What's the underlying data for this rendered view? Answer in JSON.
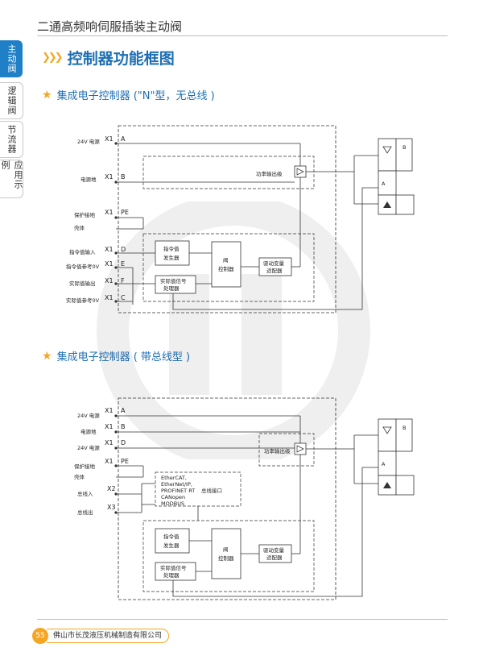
{
  "page_title": "二通高频响伺服插装主动阀",
  "side_tabs": [
    {
      "label": "主动阀",
      "active": true
    },
    {
      "label": "逻辑阀",
      "active": false
    },
    {
      "label": "节流器",
      "active": false
    },
    {
      "label": "应用示例",
      "active": false
    }
  ],
  "section": {
    "title": "控制器功能框图",
    "icon": "triple-chevron-icon"
  },
  "diagram_n": {
    "heading": "集成电子控制器 (\"N\"型，无总线 )",
    "pins": [
      {
        "x": "X1",
        "pin": "A",
        "label": "24V 电源"
      },
      {
        "x": "X1",
        "pin": "B",
        "label": "电源地"
      },
      {
        "x": "X1",
        "pin": "PE",
        "label": "保护接地"
      },
      {
        "x": "",
        "pin": "",
        "label": "壳体"
      },
      {
        "x": "X1",
        "pin": "D",
        "label": "指令值输入"
      },
      {
        "x": "X1",
        "pin": "E",
        "label": "指令值参考0V"
      },
      {
        "x": "X1",
        "pin": "F",
        "label": "实际值输出"
      },
      {
        "x": "X1",
        "pin": "C",
        "label": "实际值参考0V"
      }
    ],
    "power_stage": "功率输出级",
    "cmd_gen": [
      "指令值",
      "发生器"
    ],
    "act_proc": [
      "实际值信号",
      "处理器"
    ],
    "valve_ctrl": [
      "阀",
      "控制器"
    ],
    "adapter": [
      "驱动变量",
      "适配器"
    ]
  },
  "diagram_bus": {
    "heading": "集成电子控制器 ( 带总线型 )",
    "pins": [
      {
        "x": "X1",
        "pin": "A",
        "label": "24V 电源"
      },
      {
        "x": "X1",
        "pin": "B",
        "label": "电源地"
      },
      {
        "x": "X1",
        "pin": "D",
        "label": "24V 电源"
      },
      {
        "x": "X1",
        "pin": "PE",
        "label": "保护接地"
      },
      {
        "x": "",
        "pin": "",
        "label": "壳体"
      },
      {
        "x": "X2",
        "pin": "",
        "label": "总线入"
      },
      {
        "x": "X3",
        "pin": "",
        "label": "总线出"
      }
    ],
    "bus_protocols": [
      "EtherCAT,",
      "EtherNet/IP,",
      "PROFINET RT",
      "CANopen",
      "MODBUS"
    ],
    "bus_interface": "总线接口",
    "power_stage": "功率输出级",
    "cmd_gen": [
      "指令值",
      "发生器"
    ],
    "act_proc": [
      "实际值信号",
      "处理器"
    ],
    "valve_ctrl": [
      "阀",
      "控制器"
    ],
    "adapter": [
      "驱动变量",
      "适配器"
    ]
  },
  "valve_ports": {
    "a": "A",
    "b": "B"
  },
  "footer": {
    "page_number": "55",
    "company": "佛山市长茂液压机械制造有限公司"
  },
  "colors": {
    "accent_blue": "#1e6fb5",
    "accent_orange": "#f5a623",
    "tab_blue": "#1f7fc7"
  }
}
